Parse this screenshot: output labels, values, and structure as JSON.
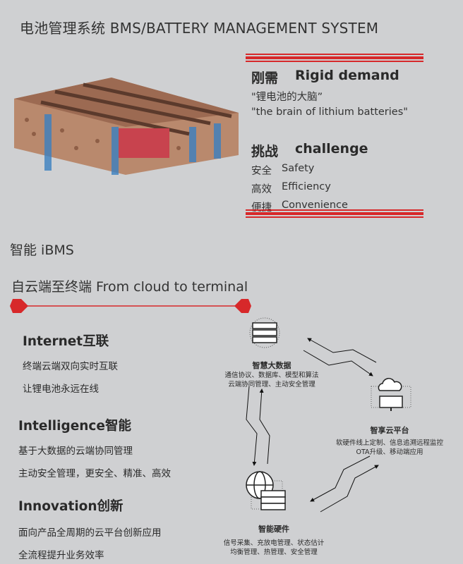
{
  "title": "电池管理系统  BMS/BATTERY MANAGEMENT SYSTEM",
  "rigid": {
    "heading_cn": "刚需",
    "heading_en": "Rigid demand",
    "line1": "\"锂电池的大脑”",
    "line2": "\"the brain of lithium batteries\""
  },
  "challenge": {
    "heading_cn": "挑战",
    "heading_en": "challenge",
    "items": [
      {
        "cn": "安全",
        "en": "Safety"
      },
      {
        "cn": "高效",
        "en": "Efficiency"
      },
      {
        "cn": "便捷",
        "en": "Convenience"
      }
    ]
  },
  "ibms": "智能  iBMS",
  "cloud": "自云端至终端  From cloud to terminal",
  "features": [
    {
      "title": "Internet互联",
      "lines": [
        "终端云端双向实时互联",
        "让锂电池永远在线"
      ]
    },
    {
      "title": "Intelligence智能",
      "lines": [
        "基于大数据的云端协同管理",
        "主动安全管理，更安全、精准、高效"
      ]
    },
    {
      "title": "Innovation创新",
      "lines": [
        "面向产品全周期的云平台创新应用",
        "全流程提升业务效率"
      ]
    }
  ],
  "nodes": {
    "bigdata": {
      "title": "智慧大数据",
      "lines": [
        "通信协议、数据库、模型和算法",
        "云端协同管理、主动安全管理"
      ]
    },
    "cloud": {
      "title": "智享云平台",
      "lines": [
        "软硬件线上定制、信息追溯远程监控",
        "OTA升级、移动端应用"
      ]
    },
    "hardware": {
      "title": "智能硬件",
      "lines": [
        "信号采集、充放电管理、状态估计",
        "均衡管理、热管理、安全管理"
      ]
    }
  },
  "colors": {
    "accent": "#d7282a",
    "background": "#cfd0d2"
  }
}
